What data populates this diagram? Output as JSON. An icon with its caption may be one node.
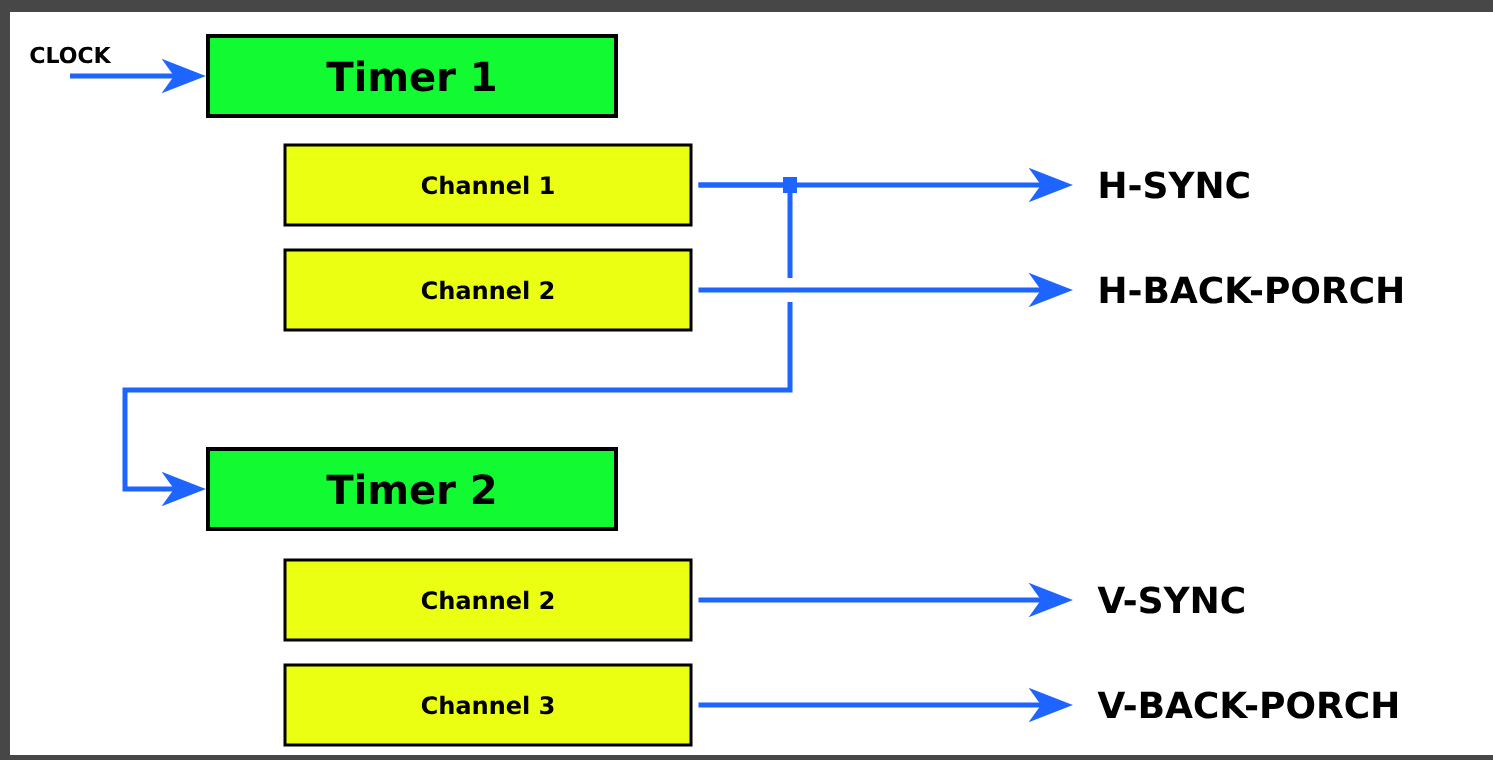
{
  "diagram": {
    "nodes": [
      {
        "text": [
          "CLOCK"
        ]
      },
      {
        "text": [
          "Timer 1"
        ]
      },
      {
        "text": [
          "Channel 1"
        ]
      },
      {
        "text": [
          "Channel 2"
        ]
      },
      {
        "text": [
          "H-SYNC"
        ]
      },
      {
        "text": [
          "H-BACK-PORCH"
        ]
      },
      {
        "text": [
          "Timer 2"
        ]
      },
      {
        "text": [
          "Channel 2"
        ]
      },
      {
        "text": [
          "Channel 3"
        ]
      },
      {
        "text": [
          "V-SYNC"
        ]
      },
      {
        "text": [
          "V-BACK-PORCH"
        ]
      }
    ],
    "edges": [
      {
        "from": 0,
        "to": 1,
        "arrow": "to"
      },
      {
        "from": 2,
        "to": 4,
        "arrow": "to"
      },
      {
        "from": 3,
        "to": 5,
        "arrow": "to"
      },
      {
        "from": 2,
        "to": 6,
        "arrow": "to"
      },
      {
        "from": 7,
        "to": 9,
        "arrow": "to"
      },
      {
        "from": 8,
        "to": 10,
        "arrow": "to"
      }
    ]
  }
}
